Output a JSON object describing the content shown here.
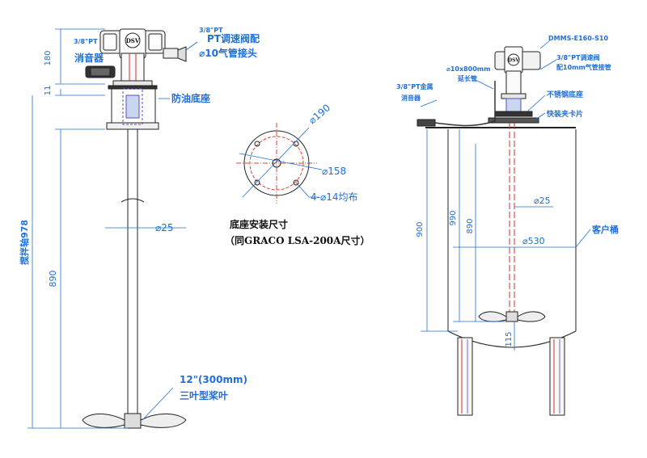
{
  "left": {
    "dims": {
      "top": "180",
      "gap": "11",
      "total": "搅拌轴978",
      "lower": "890",
      "shaft_dia": "⌀25"
    },
    "labels": {
      "valve_small": "3/8\"PT",
      "valve": "PT调速阀配",
      "air": "⌀10气管接头",
      "muffler_small": "3/8\"PT",
      "muffler": "消音器",
      "base": "防油底座",
      "impeller_size": "12\"(300mm)",
      "impeller_type": "三叶型桨叶"
    },
    "motor_tag": "DSV"
  },
  "middle": {
    "dims": {
      "outer": "⌀190",
      "pcd": "⌀158",
      "holes": "4-⌀14均布"
    },
    "title": "底座安装尺寸",
    "subtitle": "（同GRACO LSA-200A尺寸）"
  },
  "right": {
    "top_tag": "DMMS-E160-S10",
    "motor_tag": "DSV",
    "labels": {
      "valve": "3/8\"PT调速阀",
      "air": "配10mm气管接管",
      "hose": "⌀10x800mm",
      "hose2": "延长管",
      "muffler": "3/8\"PT金属",
      "muffler2": "消音器",
      "base": "不锈钢底座",
      "mount": "快装夹卡片",
      "tank": "客户桶"
    },
    "dims": {
      "shaft_dia": "⌀25",
      "tank_dia": "⌀530",
      "h1": "900",
      "h2": "990",
      "h3": "890",
      "bottom": "115"
    }
  }
}
